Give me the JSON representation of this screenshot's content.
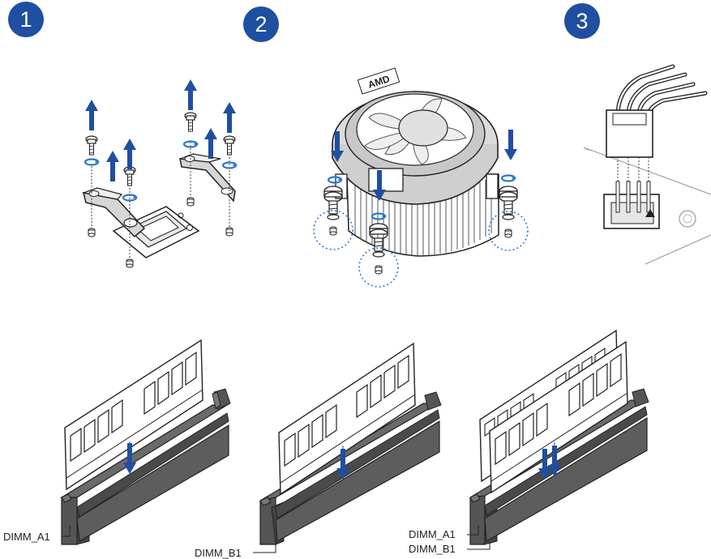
{
  "steps": [
    "1",
    "2",
    "3"
  ],
  "fan_brand": "AMD",
  "colors": {
    "step_badge": "#1f4fa0",
    "arrow": "#1f4fa0",
    "screw_ring": "#2d78c8",
    "slot": "#555555"
  },
  "dimm_labels": {
    "single_a": "DIMM_A1",
    "single_b": "DIMM_B1",
    "dual_a": "DIMM_A1",
    "dual_b": "DIMM_B1"
  }
}
